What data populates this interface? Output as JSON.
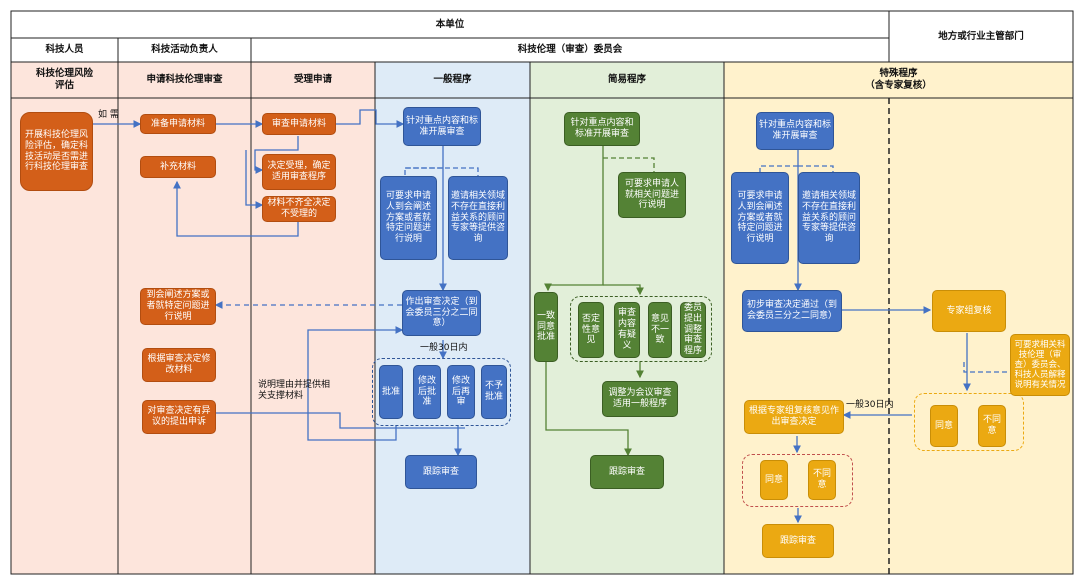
{
  "header": {
    "unit": "本单位",
    "authority": "地方或行业主管部门",
    "personnel": "科技人员",
    "leader": "科技活动负责人",
    "committee": "科技伦理（审查）委员会"
  },
  "columns": {
    "c1": "科技伦理风险\n评估",
    "c2": "申请科技伦理审查",
    "c3": "受理申请",
    "c4": "一般程序",
    "c5": "简易程序",
    "c6": "特殊程序\n（含专家复核）"
  },
  "nodes": {
    "risk_assess": "开展科技伦理风险评估，确定科技活动是否需进行科技伦理审查",
    "prepare": "准备申请材料",
    "supplement": "补充材料",
    "explain_req": "到会阐述方案或者就特定问题进行说明",
    "modify": "根据审查决定修改材料",
    "appeal": "对审查决定有异议的提出申诉",
    "review_materials": "审查申请材料",
    "accept": "决定受理，确定适用审查程序",
    "reject": "材料不齐全决定不受理的",
    "g_focus": "针对重点内容和标准开展审查",
    "g_request": "可要求申请人到会阐述方案或者就特定问题进行说明",
    "g_invite": "邀请相关领域不存在直接利益关系的顾问专家等提供咨询",
    "g_decide": "作出审查决定（到会委员三分之二同意）",
    "g_approve": "批准",
    "g_mod_approve": "修改后批准",
    "g_mod_review": "修改后再审",
    "g_deny": "不予批准",
    "g_track": "跟踪审查",
    "s_focus": "针对重点内容和标准开展审查",
    "s_request": "可要求申请人就相关问题进行说明",
    "s_unanimous": "一致同意批准",
    "s_neg": "否定性意见",
    "s_doubt": "审查内容有疑义",
    "s_disagree": "意见不一致",
    "s_adjust": "委员提出调整审查程序",
    "s_convert": "调整为会议审查适用一般程序",
    "s_track": "跟踪审查",
    "sp_focus": "针对重点内容和标准开展审查",
    "sp_request": "可要求申请人到会阐述方案或者就特定问题进行说明",
    "sp_invite": "邀请相关领域不存在直接利益关系的顾问专家等提供咨询",
    "sp_prelim": "初步审查决定通过（到会委员三分之二同意）",
    "sp_decide": "根据专家组复核意见作出审查决定",
    "sp_agree": "同意",
    "sp_disagree": "不同意",
    "sp_track": "跟踪审查",
    "ex_review": "专家组复核",
    "ex_request": "可要求相关科技伦理（审查）委员会、科技人员解释说明有关情况",
    "ex_agree": "同意",
    "ex_disagree": "不同意"
  },
  "labels": {
    "if_needed": "如 需",
    "thirty_days_1": "一般30日内",
    "thirty_days_2": "一般30日内",
    "reason": "说明理由并提供相关支撑材料"
  },
  "colors": {
    "orange": "#d35f19",
    "blue": "#4472c4",
    "green": "#548235",
    "yellow": "#eba912",
    "lane_pink": "#fde5dc",
    "lane_blue": "#deebf7",
    "lane_green": "#e2efd9",
    "lane_yellow": "#fff2cc"
  }
}
